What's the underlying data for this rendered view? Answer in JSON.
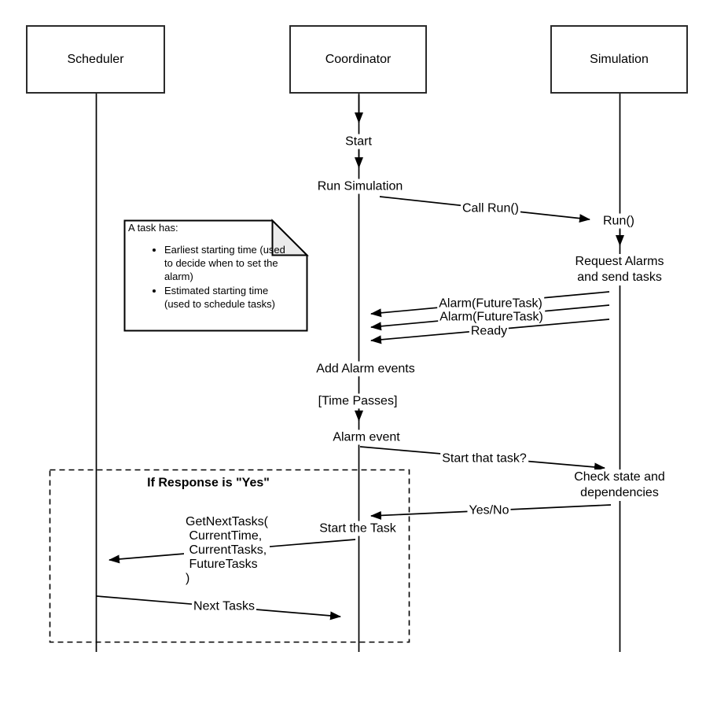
{
  "diagram_type": "uml-sequence-diagram",
  "actors": [
    {
      "label": "Scheduler"
    },
    {
      "label": "Coordinator"
    },
    {
      "label": "Simulation"
    }
  ],
  "messages": {
    "start": "Start",
    "run_simulation": "Run Simulation",
    "call_run": "Call Run()",
    "run": "Run()",
    "request_alarms": "Request Alarms\nand send tasks",
    "alarm_future_task_1": "Alarm(FutureTask)",
    "alarm_future_task_2": "Alarm(FutureTask)",
    "ready": "Ready",
    "add_alarm_events": "Add Alarm events",
    "time_passes": "[Time Passes]",
    "alarm_event": "Alarm event",
    "start_that_task": "Start that task?",
    "check_state": "Check state and\ndependencies",
    "yes_no": "Yes/No",
    "start_the_task": "Start the Task",
    "get_next_tasks": "GetNextTasks(\n CurrentTime,\n CurrentTasks,\n FutureTasks\n)",
    "next_tasks": "Next Tasks"
  },
  "fragment": {
    "title": "If Response is \"Yes\""
  },
  "note": {
    "title": "A task has:",
    "bullets": [
      "Earliest starting time (used to decide when to set the alarm)",
      "Estimated starting time (used to schedule tasks)"
    ]
  },
  "colors": {
    "line": "#000000",
    "box_border": "#2b2b2b",
    "note_fold": "#ebebeb",
    "background": "#ffffff"
  }
}
